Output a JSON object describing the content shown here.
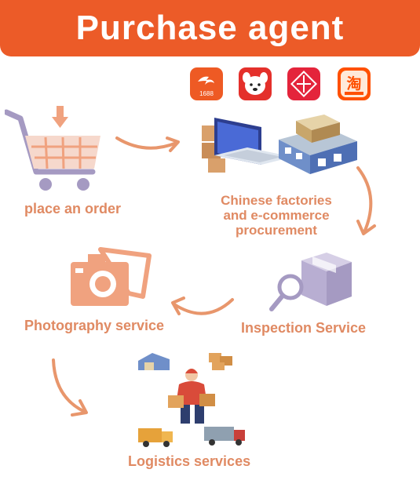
{
  "banner": {
    "title": "Purchase agent"
  },
  "steps": {
    "order": "place an order",
    "factories": [
      "Chinese factories",
      "and e-commerce",
      "procurement"
    ],
    "inspection": "Inspection Service",
    "photography": "Photography service",
    "logistics": "Logistics services"
  },
  "apps": [
    {
      "name": "1688",
      "label": "1688",
      "color": "#ee5a24"
    },
    {
      "name": "jd",
      "label": "",
      "color": "#e4302b"
    },
    {
      "name": "tmall",
      "label": "",
      "color": "#e4243b"
    },
    {
      "name": "taobao",
      "label": "淘",
      "color": "#ff5000"
    }
  ],
  "colors": {
    "accent": "#ec5b28",
    "label": "#e08a63",
    "arrow": "#e8966c",
    "icon_purple": "#a59ac2",
    "icon_salmon": "#f0a27f"
  }
}
